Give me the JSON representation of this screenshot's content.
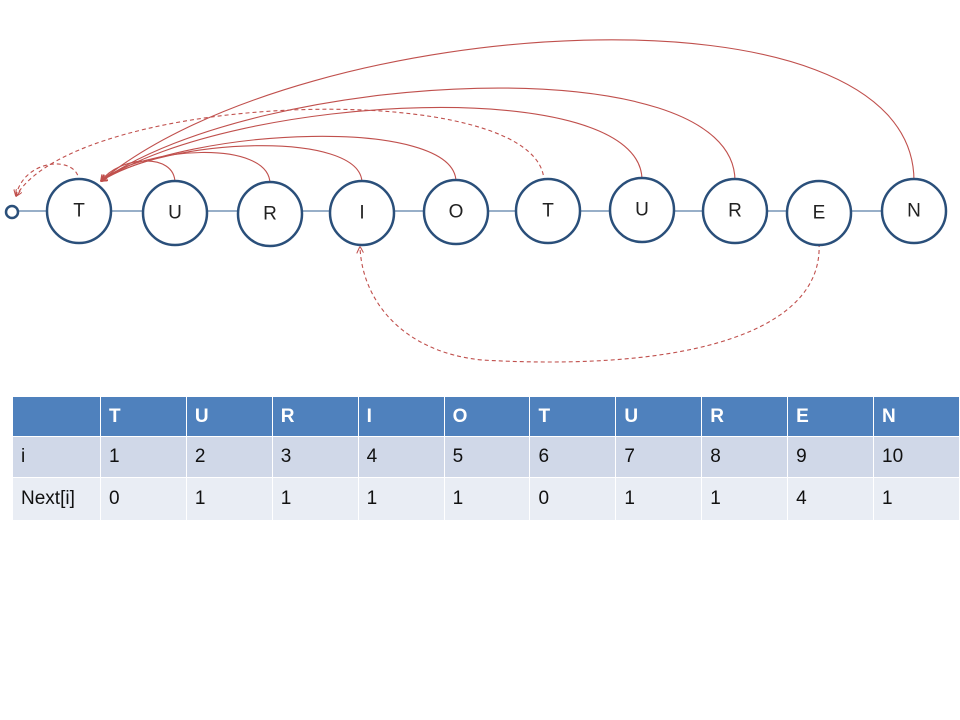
{
  "diagram": {
    "nodes": [
      {
        "letter": "T"
      },
      {
        "letter": "U"
      },
      {
        "letter": "R"
      },
      {
        "letter": "I"
      },
      {
        "letter": "O"
      },
      {
        "letter": "T"
      },
      {
        "letter": "U"
      },
      {
        "letter": "R"
      },
      {
        "letter": "E"
      },
      {
        "letter": "N"
      }
    ],
    "solid_arcs_to_first": [
      2,
      3,
      4,
      5,
      7,
      8,
      10
    ],
    "dashed_arcs_to_start": [
      1,
      6
    ],
    "dashed_arc_below": {
      "from": 9,
      "to": 4
    },
    "colors": {
      "node_stroke": "#2a4f7a",
      "chain_line": "#5b7fa6",
      "arc": "#c0504d"
    }
  },
  "table": {
    "header": [
      "",
      "T",
      "U",
      "R",
      "I",
      "O",
      "T",
      "U",
      "R",
      "E",
      "N"
    ],
    "rows": [
      {
        "label": "i",
        "values": [
          "1",
          "2",
          "3",
          "4",
          "5",
          "6",
          "7",
          "8",
          "9",
          "10"
        ]
      },
      {
        "label": "Next[i]",
        "values": [
          "0",
          "1",
          "1",
          "1",
          "1",
          "0",
          "1",
          "1",
          "4",
          "1"
        ]
      }
    ],
    "colors": {
      "header_bg": "#4f81bd",
      "row1_bg": "#d0d8e8",
      "row2_bg": "#e9edf4"
    }
  }
}
